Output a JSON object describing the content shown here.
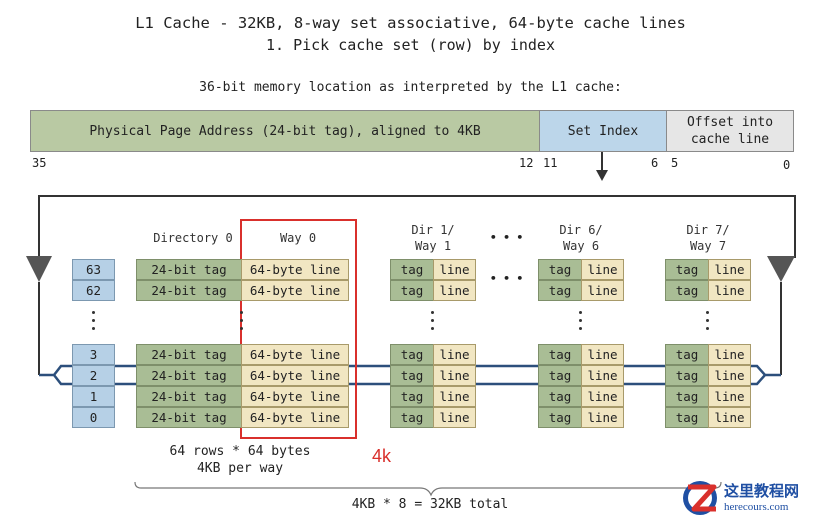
{
  "title": "L1 Cache - 32KB, 8-way set associative, 64-byte cache lines",
  "subtitle": "1. Pick cache set (row) by index",
  "address_caption": "36-bit memory location as interpreted by the L1 cache:",
  "address_fields": {
    "tag": "Physical Page Address (24-bit tag), aligned to 4KB",
    "set_index": "Set Index",
    "offset_line1": "Offset into",
    "offset_line2": "cache line"
  },
  "bit_labels": {
    "b35": "35",
    "b12": "12",
    "b11": "11",
    "b6": "6",
    "b5": "5",
    "b0": "0"
  },
  "headers": {
    "dir0": "Directory 0",
    "way0": "Way 0",
    "dir1_a": "Dir 1/",
    "dir1_b": "Way 1",
    "dir6_a": "Dir 6/",
    "dir6_b": "Way 6",
    "dir7_a": "Dir 7/",
    "dir7_b": "Way 7",
    "ellipsis": "• • •"
  },
  "row_indices": {
    "r63": "63",
    "r62": "62",
    "r3": "3",
    "r2": "2",
    "r1": "1",
    "r0": "0"
  },
  "cell_labels": {
    "tag_long": "24-bit tag",
    "line_long": "64-byte line",
    "tag_short": "tag",
    "line_short": "line"
  },
  "footer": {
    "rows_line1": "64 rows * 64 bytes",
    "rows_line2": "4KB per way",
    "total": "4KB * 8 = 32KB total",
    "annotation": "4k"
  },
  "watermark": {
    "cn": "这里教程网",
    "url": "herecours.com"
  },
  "colors": {
    "tag_field": "#b9c9a3",
    "set_index_field": "#bcd6ea",
    "offset_field": "#e6e6e6",
    "tag_cell": "#a9bd95",
    "line_cell": "#f1e6c2",
    "index_cell": "#b6d0e6",
    "highlight_row": "#2c4f7c",
    "way0_box": "#d9302c"
  }
}
